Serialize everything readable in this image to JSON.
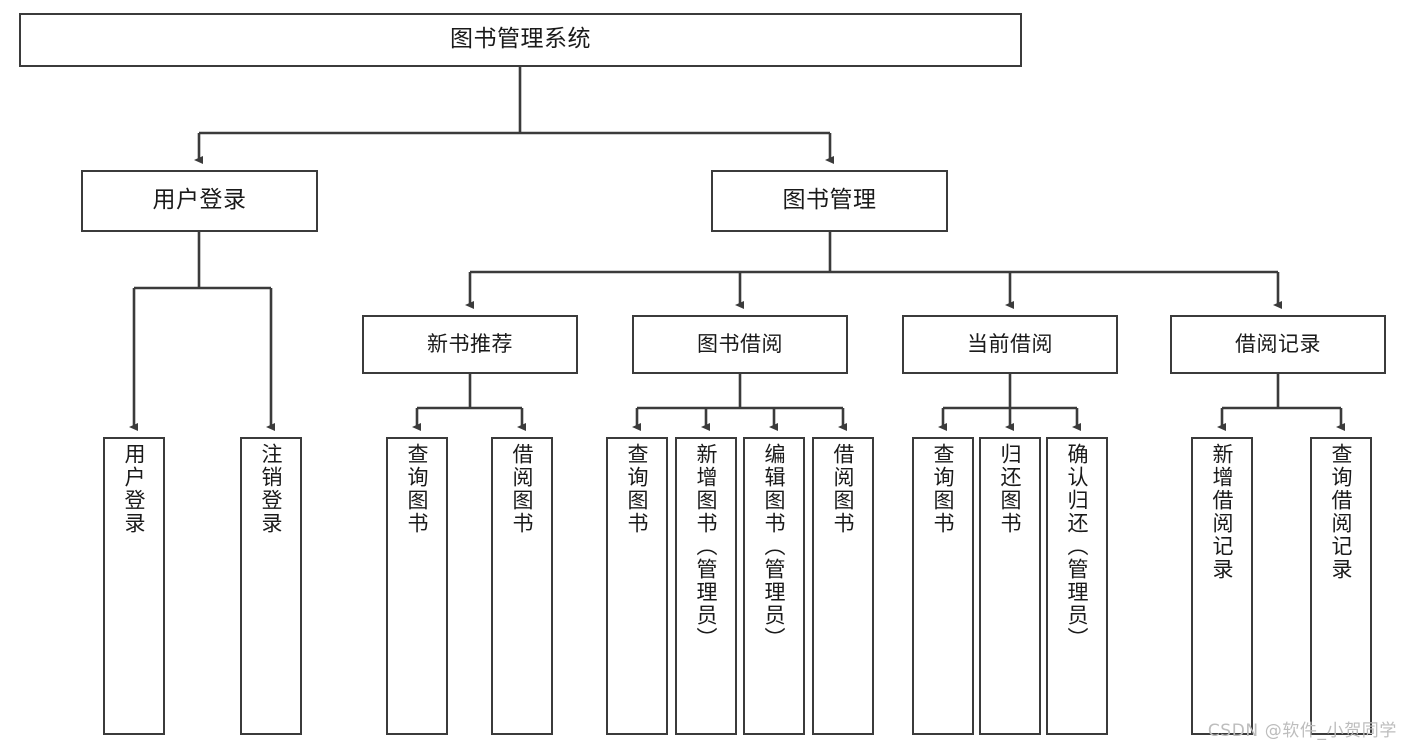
{
  "diagram": {
    "title": "图书管理系统",
    "type": "tree",
    "stroke_color": "#3b3b3b",
    "fill_color": "#ffffff",
    "text_color": "#1a1a1a"
  },
  "nodes": {
    "root": {
      "label": "图书管理系统"
    },
    "level1": [
      {
        "id": "user-login",
        "label": "用户登录"
      },
      {
        "id": "book-manage",
        "label": "图书管理"
      }
    ],
    "level2": [
      {
        "id": "new-book-recommend",
        "label": "新书推荐"
      },
      {
        "id": "book-borrow",
        "label": "图书借阅"
      },
      {
        "id": "current-borrow",
        "label": "当前借阅"
      },
      {
        "id": "borrow-record",
        "label": "借阅记录"
      }
    ],
    "leaves": {
      "user_login": [
        {
          "id": "leaf-user-login",
          "label": "用户登录"
        },
        {
          "id": "leaf-logout-login",
          "label": "注销登录"
        }
      ],
      "new_book_recommend": [
        {
          "id": "leaf-query-book-1",
          "label": "查询图书"
        },
        {
          "id": "leaf-borrow-book-1",
          "label": "借阅图书"
        }
      ],
      "book_borrow": [
        {
          "id": "leaf-query-book-2",
          "label": "查询图书"
        },
        {
          "id": "leaf-add-book",
          "label": "新增图书（管理员）"
        },
        {
          "id": "leaf-edit-book",
          "label": "编辑图书（管理员）"
        },
        {
          "id": "leaf-borrow-book-2",
          "label": "借阅图书"
        }
      ],
      "current_borrow": [
        {
          "id": "leaf-query-book-3",
          "label": "查询图书"
        },
        {
          "id": "leaf-return-book",
          "label": "归还图书"
        },
        {
          "id": "leaf-confirm-return",
          "label": "确认归还（管理员）"
        }
      ],
      "borrow_record": [
        {
          "id": "leaf-add-record",
          "label": "新增借阅记录"
        },
        {
          "id": "leaf-query-record",
          "label": "查询借阅记录"
        }
      ]
    }
  },
  "watermark": {
    "text": "CSDN @软件_小贺同学"
  }
}
